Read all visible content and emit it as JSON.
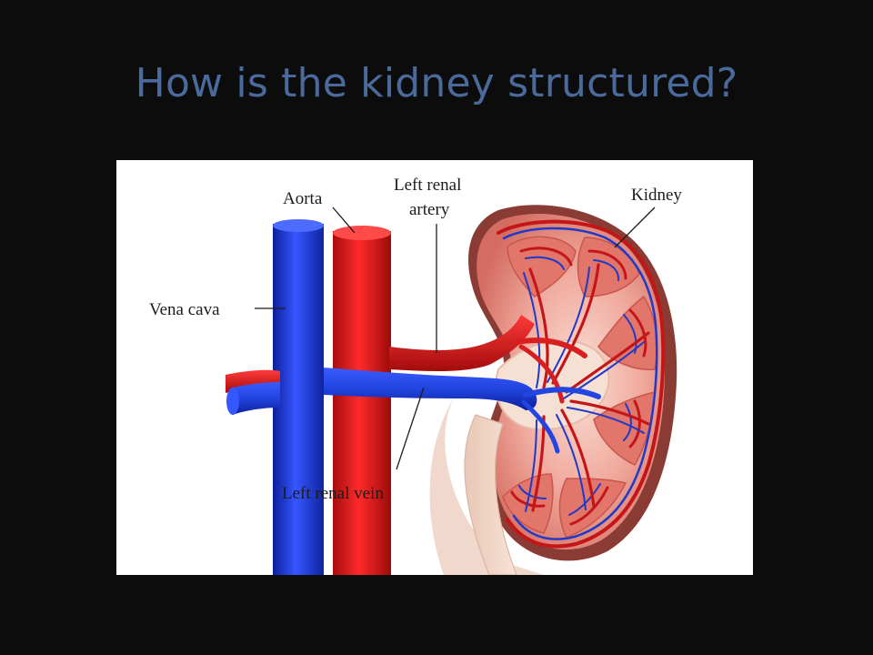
{
  "slide": {
    "title": "How is the kidney structured?"
  },
  "diagram": {
    "labels": {
      "aorta": "Aorta",
      "left_renal_artery_line1": "Left renal",
      "left_renal_artery_line2": "artery",
      "kidney": "Kidney",
      "vena_cava": "Vena cava",
      "left_renal_vein": "Left renal vein"
    },
    "colors": {
      "artery": "#d81e1e",
      "vein": "#1f3fd8",
      "kidney_cortex": "#e7938a",
      "kidney_capsule": "#8a3b33",
      "slide_background": "#0c0c0c",
      "title": "#4a6a9c"
    }
  }
}
